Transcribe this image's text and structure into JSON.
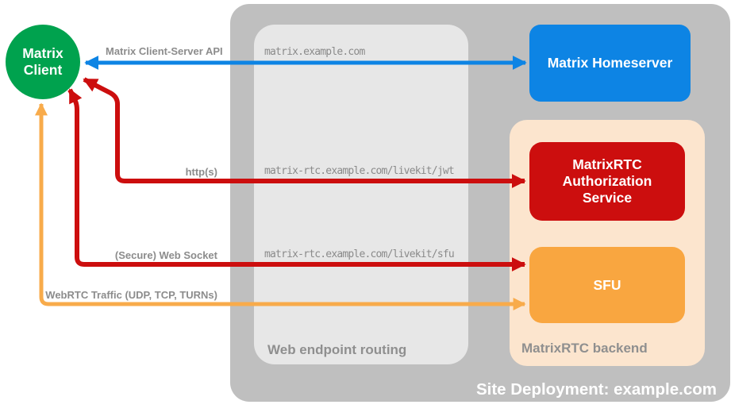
{
  "colors": {
    "green": "#00A24E",
    "blue": "#0D84E4",
    "red": "#CC0E0E",
    "orange": "#F9A640",
    "orange_arrow": "#F8AB4B",
    "peach": "#FCE5CE",
    "outer_gray": "#BFBFBF",
    "inner_gray": "#E7E7E7",
    "label_gray": "#8C8C8C",
    "white": "#FFFFFF"
  },
  "client": {
    "label": "Matrix Client"
  },
  "deployment": {
    "caption": "Site Deployment: example.com"
  },
  "routing": {
    "caption": "Web endpoint routing",
    "endpoints": [
      "matrix.example.com",
      "matrix-rtc.example.com/livekit/jwt",
      "matrix-rtc.example.com/livekit/sfu"
    ]
  },
  "backend": {
    "caption": "MatrixRTC backend"
  },
  "nodes": {
    "homeserver": {
      "label": "Matrix Homeserver"
    },
    "auth_service": {
      "label": "MatrixRTC Authorization Service"
    },
    "sfu": {
      "label": "SFU"
    }
  },
  "edges": {
    "client_server_api": {
      "label": "Matrix Client-Server API"
    },
    "https": {
      "label": "http(s)"
    },
    "websocket": {
      "label": "(Secure) Web Socket"
    },
    "webrtc": {
      "label": "WebRTC Traffic (UDP, TCP, TURNs)"
    }
  }
}
